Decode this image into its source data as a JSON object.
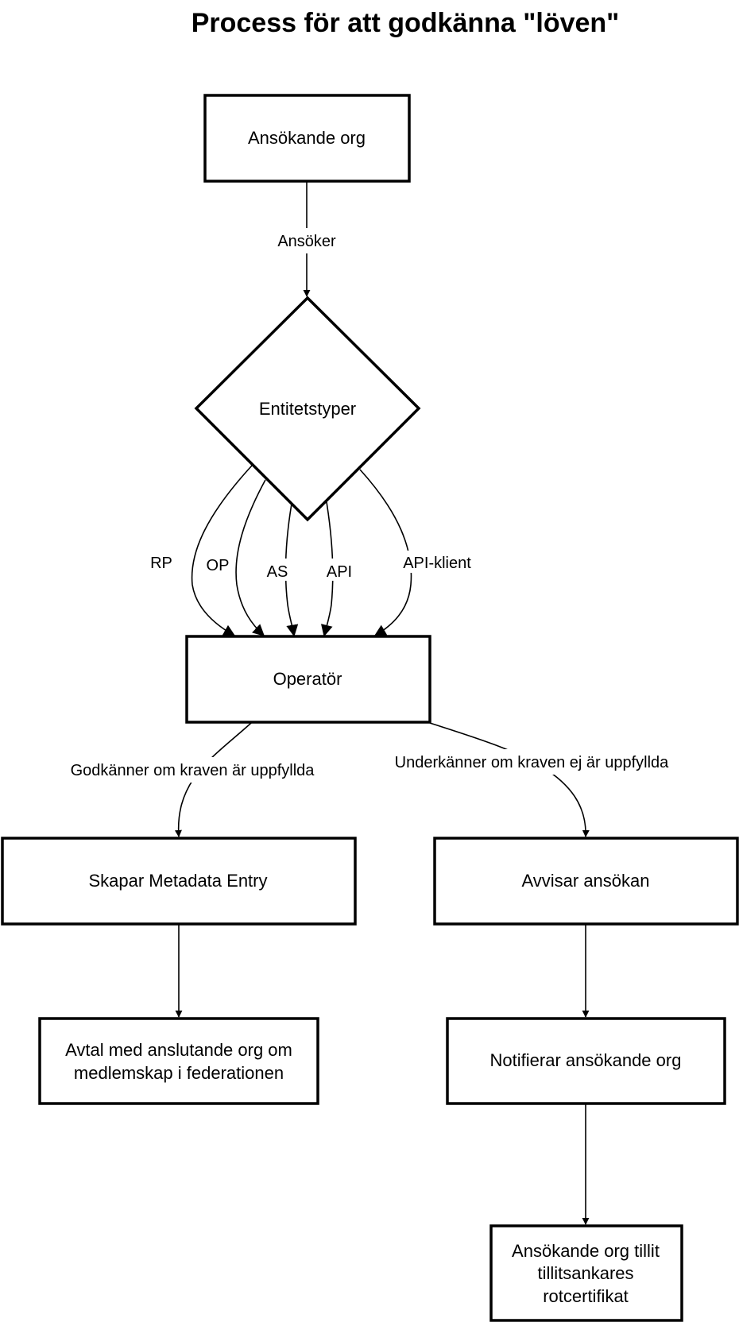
{
  "title": "Process för att godkänna \"löven\"",
  "nodes": {
    "applicant": "Ansökande org",
    "entity_types": "Entitetstyper",
    "operator": "Operatör",
    "create_entry": "Skapar Metadata Entry",
    "reject": "Avvisar ansökan",
    "agreement": [
      "Avtal med anslutande org om",
      "medlemskap i federationen"
    ],
    "notify": "Notifierar ansökande org",
    "trust": [
      "Ansökande org tillit",
      "tillitsankares",
      "rotcertifikat"
    ]
  },
  "edges": {
    "applies": "Ansöker",
    "rp": "RP",
    "op": "OP",
    "as": "AS",
    "api": "API",
    "api_client": "API-klient",
    "approves": "Godkänner om kraven är uppfyllda",
    "rejects": "Underkänner om kraven ej är uppfyllda"
  }
}
